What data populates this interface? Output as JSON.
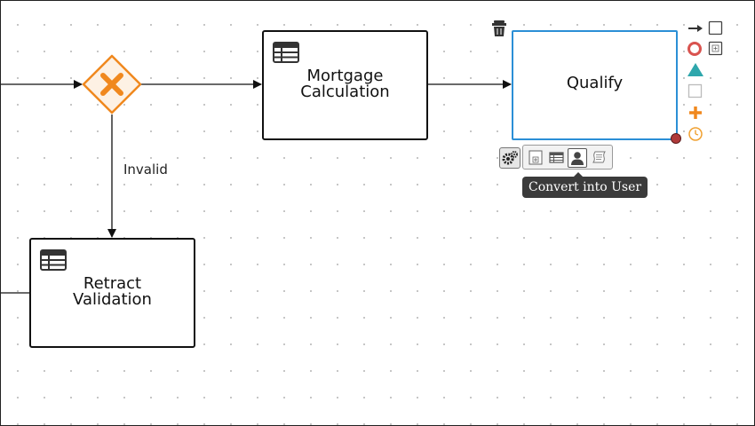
{
  "diagram": {
    "tasks": {
      "mortgage_calculation": "Mortgage\nCalculation",
      "qualify": "Qualify",
      "retract_validation": "Retract\nValidation"
    },
    "edge_label_invalid": "Invalid"
  },
  "tooltip": {
    "text": "Convert into User"
  },
  "colors": {
    "gateway": "#f0881e",
    "selection": "#2b8fd6",
    "end_event": "#d9534f",
    "start_event": "#2ea7ac",
    "timer": "#f0a030",
    "connector_handle": "#b03a3a"
  },
  "toolbox": {
    "icons": [
      "delete-icon",
      "sequence-flow-icon",
      "task-icon",
      "end-event-icon",
      "subprocess-icon",
      "start-event-icon",
      "annotation-icon",
      "parallel-gateway-icon",
      "timer-event-icon"
    ]
  },
  "morph_bar": {
    "items": [
      "reusable-subprocess-icon",
      "business-rule-task-icon",
      "user-task-icon",
      "script-task-icon"
    ],
    "active": "user-task-icon"
  }
}
